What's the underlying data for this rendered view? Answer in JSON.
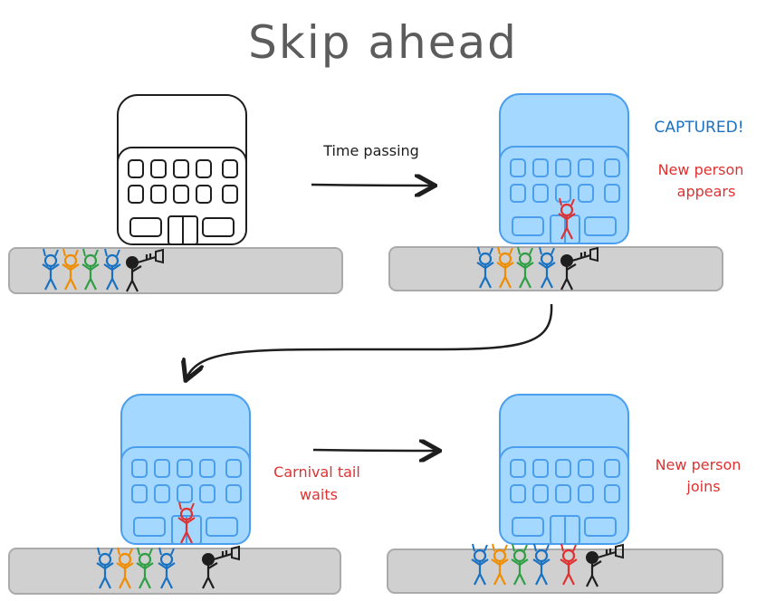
{
  "title": "Skip ahead",
  "labels": {
    "time_passing": "Time passing",
    "captured": "CAPTURED!",
    "new_person_appears_1": "New person",
    "new_person_appears_2": "appears",
    "carnival_tail_1": "Carnival tail",
    "carnival_tail_2": "waits",
    "new_person_joins_1": "New person",
    "new_person_joins_2": "joins"
  },
  "colors": {
    "ink": "#1e1e1e",
    "building_fill_captured": "#a5d8ff",
    "building_stroke_captured": "#4a9eed",
    "road_fill": "#d0d0d0",
    "road_stroke": "#aaaaaa",
    "label_blue": "#1971c2",
    "label_red": "#e03131",
    "person_blue": "#1971c2",
    "person_orange": "#f08c00",
    "person_green": "#2f9e44",
    "person_red": "#e03131",
    "person_black": "#1e1e1e"
  },
  "panels": [
    {
      "id": "start",
      "captured": false
    },
    {
      "id": "captured",
      "captured": true
    },
    {
      "id": "tail-waits",
      "captured": true
    },
    {
      "id": "joins",
      "captured": true
    }
  ]
}
